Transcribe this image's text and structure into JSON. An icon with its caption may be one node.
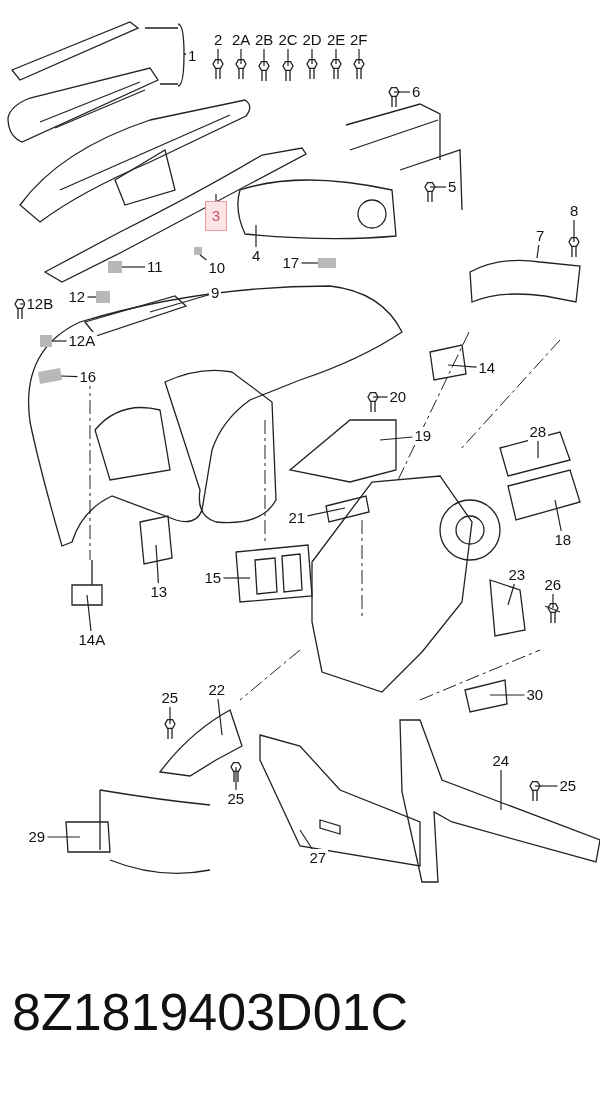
{
  "diagram": {
    "caption": "8Z1819403D01C",
    "nodes": [
      {
        "text": [
          "2"
        ]
      },
      {
        "text": [
          "2A"
        ]
      },
      {
        "text": [
          "2B"
        ]
      },
      {
        "text": [
          "2C"
        ]
      },
      {
        "text": [
          "2D"
        ]
      },
      {
        "text": [
          "2E"
        ]
      },
      {
        "text": [
          "2F"
        ]
      },
      {
        "text": [
          "6"
        ]
      },
      {
        "text": [
          "5"
        ]
      },
      {
        "text": [
          "8"
        ]
      },
      {
        "text": [
          "3"
        ]
      },
      {
        "text": [
          "7"
        ]
      },
      {
        "text": [
          "4"
        ]
      },
      {
        "text": [
          "17"
        ]
      },
      {
        "text": [
          "11"
        ]
      },
      {
        "text": [
          "10"
        ]
      },
      {
        "text": [
          "9"
        ]
      },
      {
        "text": [
          "12"
        ]
      },
      {
        "text": [
          "12B"
        ]
      },
      {
        "text": [
          "12A"
        ]
      },
      {
        "text": [
          "16"
        ]
      },
      {
        "text": [
          "14"
        ]
      },
      {
        "text": [
          "20"
        ]
      },
      {
        "text": [
          "19"
        ]
      },
      {
        "text": [
          "28"
        ]
      },
      {
        "text": [
          "21"
        ]
      },
      {
        "text": [
          "18"
        ]
      },
      {
        "text": [
          "15"
        ]
      },
      {
        "text": [
          "13"
        ]
      },
      {
        "text": [
          "23"
        ]
      },
      {
        "text": [
          "26"
        ]
      },
      {
        "text": [
          "14A"
        ]
      },
      {
        "text": [
          "30"
        ]
      },
      {
        "text": [
          "22"
        ]
      },
      {
        "text": [
          "25"
        ]
      },
      {
        "text": [
          "25"
        ]
      },
      {
        "text": [
          "24"
        ]
      },
      {
        "text": [
          "25"
        ]
      },
      {
        "text": [
          "29"
        ]
      },
      {
        "text": [
          "27"
        ]
      },
      {
        "text": [
          "1"
        ]
      }
    ],
    "edges": [
      {
        "from": 0,
        "to": null,
        "arrow": "none"
      },
      {
        "from": 1,
        "to": null,
        "arrow": "none"
      },
      {
        "from": 2,
        "to": null,
        "arrow": "none"
      },
      {
        "from": 3,
        "to": null,
        "arrow": "none"
      },
      {
        "from": 4,
        "to": null,
        "arrow": "none"
      },
      {
        "from": 5,
        "to": null,
        "arrow": "none"
      },
      {
        "from": 6,
        "to": null,
        "arrow": "none"
      },
      {
        "from": 7,
        "to": null,
        "arrow": "none"
      },
      {
        "from": 8,
        "to": null,
        "arrow": "none"
      },
      {
        "from": 9,
        "to": null,
        "arrow": "none"
      },
      {
        "from": 10,
        "to": null,
        "arrow": "none"
      },
      {
        "from": 11,
        "to": null,
        "arrow": "none"
      },
      {
        "from": 12,
        "to": null,
        "arrow": "none"
      },
      {
        "from": 13,
        "to": null,
        "arrow": "none"
      },
      {
        "from": 14,
        "to": null,
        "arrow": "none"
      },
      {
        "from": 15,
        "to": null,
        "arrow": "none"
      },
      {
        "from": 16,
        "to": null,
        "arrow": "none"
      },
      {
        "from": 17,
        "to": null,
        "arrow": "none"
      },
      {
        "from": 18,
        "to": null,
        "arrow": "none"
      },
      {
        "from": 19,
        "to": null,
        "arrow": "none"
      },
      {
        "from": 20,
        "to": null,
        "arrow": "none"
      },
      {
        "from": 21,
        "to": null,
        "arrow": "none"
      },
      {
        "from": 22,
        "to": null,
        "arrow": "none"
      },
      {
        "from": 23,
        "to": null,
        "arrow": "none"
      },
      {
        "from": 24,
        "to": null,
        "arrow": "none"
      },
      {
        "from": 25,
        "to": null,
        "arrow": "none"
      },
      {
        "from": 26,
        "to": null,
        "arrow": "none"
      },
      {
        "from": 27,
        "to": null,
        "arrow": "none"
      },
      {
        "from": 28,
        "to": null,
        "arrow": "none"
      },
      {
        "from": 29,
        "to": null,
        "arrow": "none"
      },
      {
        "from": 30,
        "to": null,
        "arrow": "none"
      },
      {
        "from": 31,
        "to": null,
        "arrow": "none"
      },
      {
        "from": 32,
        "to": null,
        "arrow": "none"
      },
      {
        "from": 33,
        "to": null,
        "arrow": "none"
      },
      {
        "from": 34,
        "to": null,
        "arrow": "none"
      },
      {
        "from": 35,
        "to": null,
        "arrow": "none"
      },
      {
        "from": 36,
        "to": null,
        "arrow": "none"
      },
      {
        "from": 37,
        "to": null,
        "arrow": "none"
      },
      {
        "from": 38,
        "to": null,
        "arrow": "none"
      },
      {
        "from": 39,
        "to": null,
        "arrow": "none"
      }
    ]
  }
}
